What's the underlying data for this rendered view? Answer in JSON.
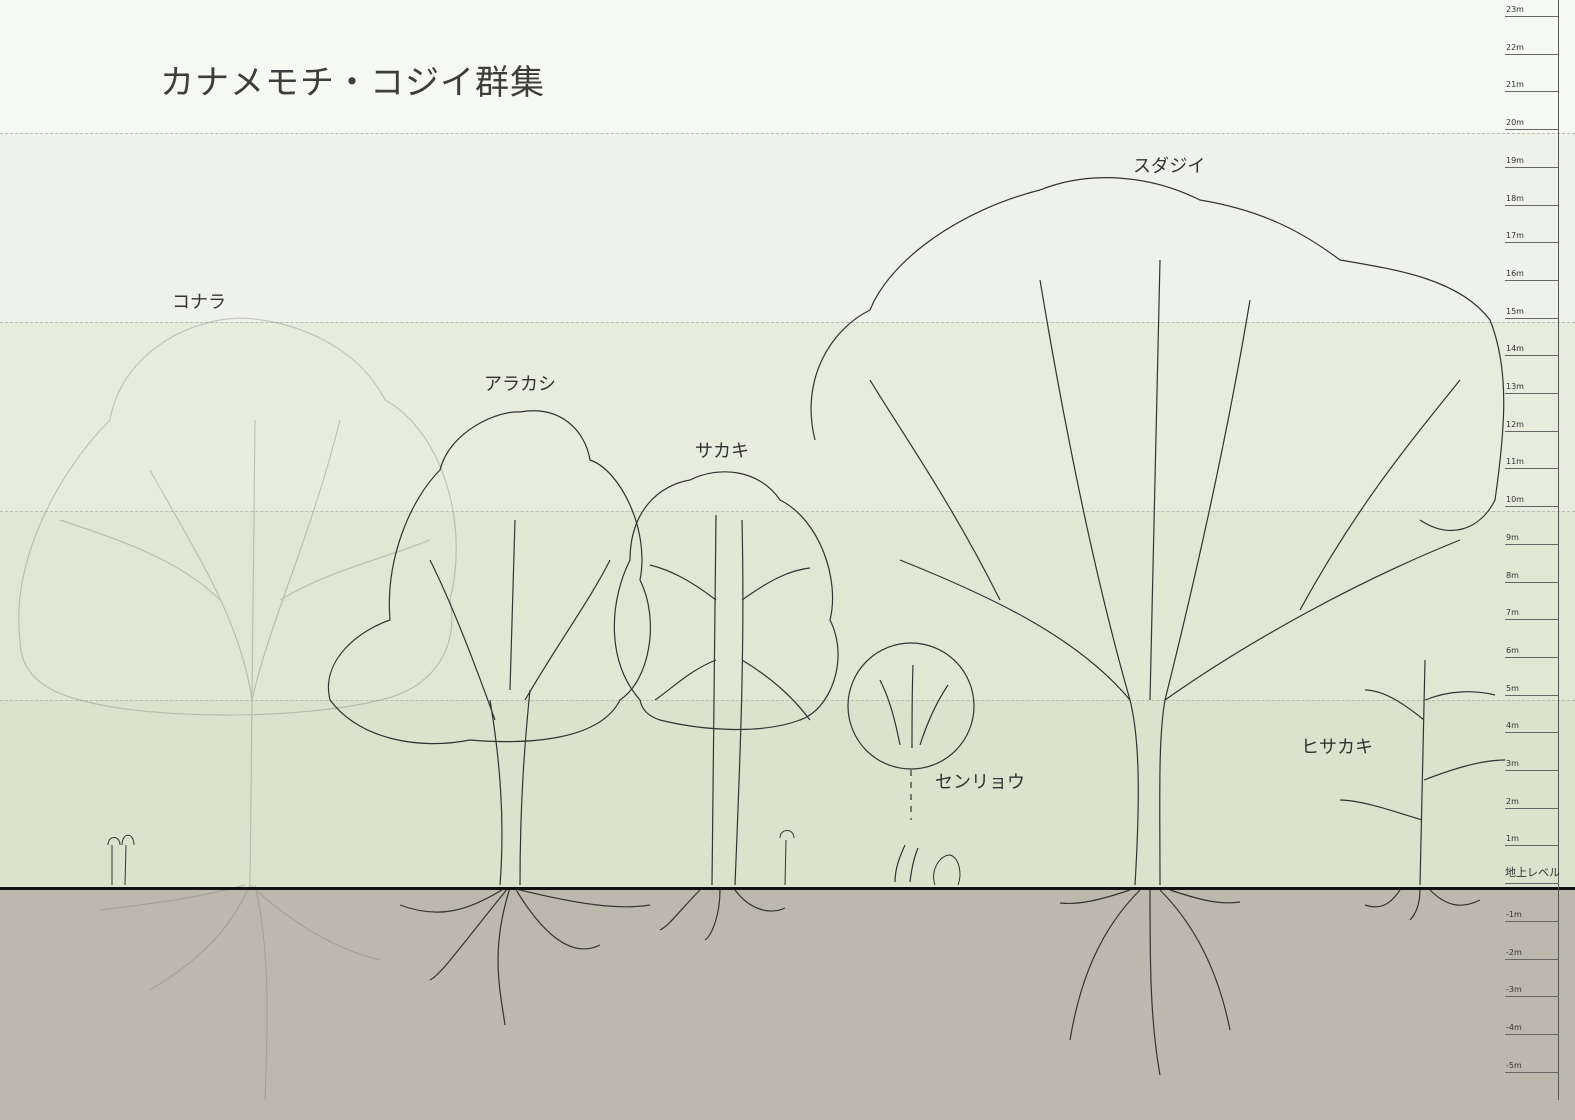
{
  "title": "カナメモチ・コジイ群集",
  "species": {
    "konara": "コナラ",
    "arakashi": "アラカシ",
    "sakaki": "サカキ",
    "sudajii": "スダジイ",
    "senryou": "センリョウ",
    "hisakaki": "ヒサカキ"
  },
  "scale": {
    "above": [
      "23m",
      "22m",
      "21m",
      "20m",
      "19m",
      "18m",
      "17m",
      "16m",
      "15m",
      "14m",
      "13m",
      "12m",
      "11m",
      "10m",
      "9m",
      "8m",
      "7m",
      "6m",
      "5m",
      "4m",
      "3m",
      "2m",
      "1m"
    ],
    "ground_level": "地上レベル",
    "below": [
      "-1m",
      "-2m",
      "-3m",
      "-4m",
      "-5m"
    ]
  },
  "colors": {
    "sky": "#f6f8f2",
    "band_upper": "#eff2e8",
    "band_mid": "#e7ecdc",
    "band_lower": "#e0e7d2",
    "band_low": "#dbe3cc",
    "soil": "#bdb8ad",
    "line": "#222222"
  }
}
